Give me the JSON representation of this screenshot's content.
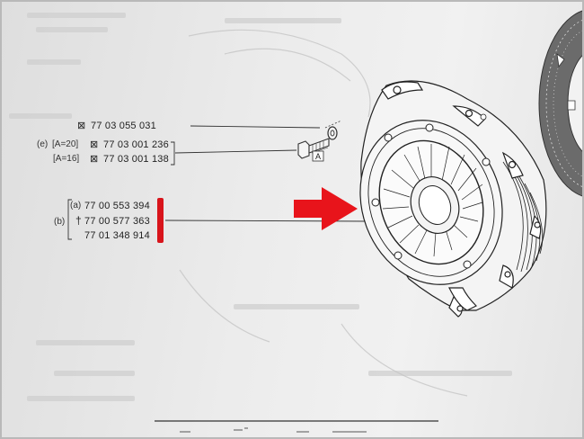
{
  "parts": {
    "row1": {
      "number": "77 03 055 031"
    },
    "row2": {
      "ref": "(e)",
      "variant": "[A=20]",
      "number": "77 03 001 236"
    },
    "row3": {
      "variant": "[A=16]",
      "number": "77 03 001 138"
    },
    "row4": {
      "ref": "(a)",
      "number": "77 00 553 394"
    },
    "row5": {
      "ref": "(b)",
      "dagger": "†",
      "number": "77 00 577 363"
    },
    "row6": {
      "number": "77 01 348 914"
    }
  },
  "bolt_label": "A",
  "symbols": {
    "part_mark": "⊠",
    "dagger": "†"
  },
  "colors": {
    "arrow": "#e8141b",
    "highlight_bar": "#d8141b",
    "ink": "#222222",
    "paper": "#ececec"
  },
  "icons": {
    "arrow": "red-arrow-icon",
    "part_mark": "crossed-box-icon",
    "clutch": "clutch-pressure-plate-drawing",
    "bolt": "bolt-icon",
    "washer": "washer-icon",
    "disc": "clutch-disc-drawing"
  }
}
